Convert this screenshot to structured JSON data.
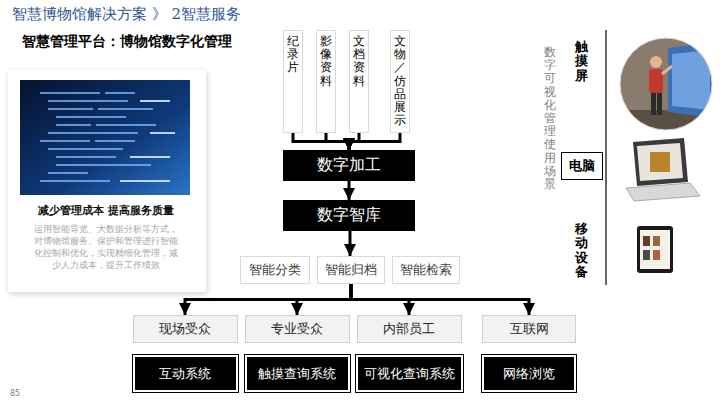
{
  "diagram": {
    "title": "智慧博物馆解决方案 》 2智慧服务",
    "nodes": [
      {
        "text": [
          "减少管理成本 提高服务质量",
          "运用智能导览、大数据分析等方式，对博物馆服务、保护和管理进行智能化控制和优化，实现精细化管理，减少人力成本，提升工作绩效"
        ]
      },
      {
        "text": [
          "纪录片"
        ]
      },
      {
        "text": [
          "影像资料"
        ]
      },
      {
        "text": [
          "文档资料"
        ]
      },
      {
        "text": [
          "文物／仿品展示"
        ]
      },
      {
        "text": [
          "数字加工"
        ]
      },
      {
        "text": [
          "数字智库"
        ]
      },
      {
        "text": [
          "智能分类"
        ]
      },
      {
        "text": [
          "智能归档"
        ]
      },
      {
        "text": [
          "智能检索"
        ]
      },
      {
        "text": [
          "现场受众"
        ]
      },
      {
        "text": [
          "互动系统"
        ]
      },
      {
        "text": [
          "专业受众"
        ]
      },
      {
        "text": [
          "触摸查询系统"
        ]
      },
      {
        "text": [
          "内部员工"
        ]
      },
      {
        "text": [
          "可视化查询系统"
        ]
      },
      {
        "text": [
          "互联网"
        ]
      },
      {
        "text": [
          "网络浏览"
        ]
      },
      {
        "text": [
          "电脑"
        ]
      }
    ],
    "edges": [
      {
        "from": 1,
        "to": 5,
        "arrow": "to"
      },
      {
        "from": 2,
        "to": 5,
        "arrow": "to"
      },
      {
        "from": 3,
        "to": 5,
        "arrow": "to"
      },
      {
        "from": 4,
        "to": 5,
        "arrow": "to"
      },
      {
        "from": 5,
        "to": 6,
        "arrow": "to"
      },
      {
        "from": 6,
        "to": 8,
        "arrow": "to"
      },
      {
        "from": 8,
        "to": 10,
        "arrow": "to"
      },
      {
        "from": 8,
        "to": 12,
        "arrow": "to"
      },
      {
        "from": 8,
        "to": 14,
        "arrow": "to"
      },
      {
        "from": 8,
        "to": 16,
        "arrow": "to"
      }
    ],
    "labels": [
      "智慧管理平台：博物馆数字化管理",
      "数字可视化管理使用场景",
      "触摸屏",
      "移动设备",
      "85"
    ]
  }
}
